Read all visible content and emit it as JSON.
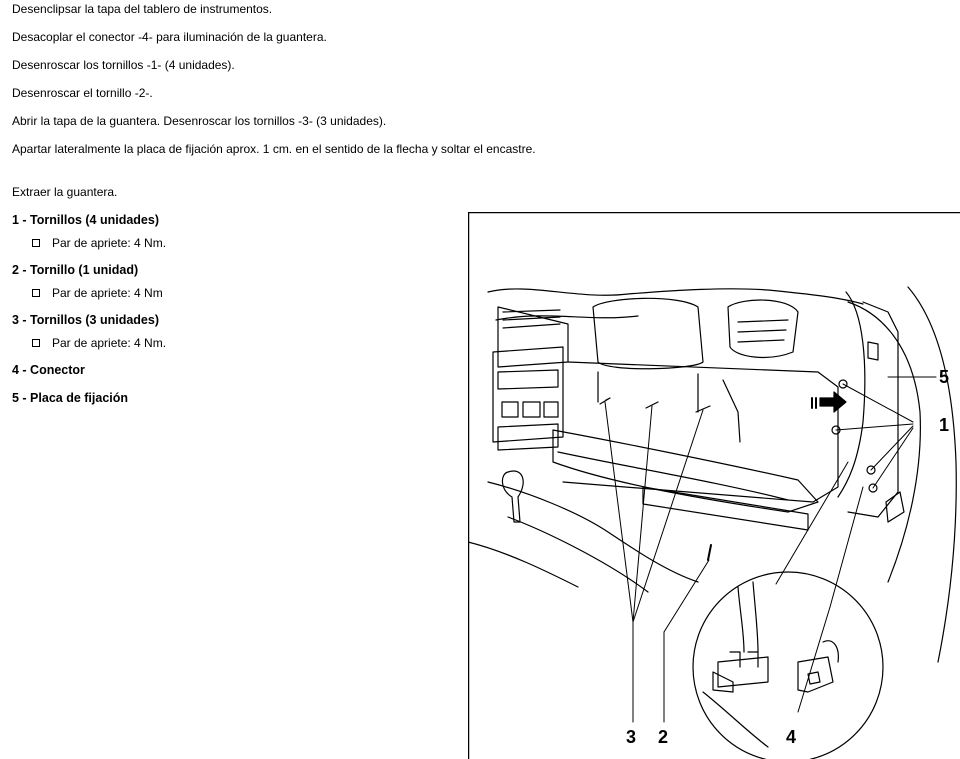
{
  "steps": [
    "Desenclipsar la tapa del tablero de instrumentos.",
    "Desacoplar el conector -4- para iluminación de la guantera.",
    "Desenroscar los tornillos -1- (4 unidades).",
    "Desenroscar el tornillo -2-.",
    "Abrir la tapa de la guantera. Desenroscar los tornillos -3- (3 unidades).",
    "Apartar lateralmente la placa de fijación aprox. 1 cm. en el sentido de la flecha y soltar el encastre.",
    "Extraer la guantera."
  ],
  "legend": [
    {
      "title": "1 - Tornillos (4 unidades)",
      "sub": "Par de apriete: 4 Nm."
    },
    {
      "title": "2 - Tornillo (1 unidad)",
      "sub": "Par de apriete: 4 Nm"
    },
    {
      "title": "3 - Tornillos (3 unidades)",
      "sub": "Par de apriete: 4 Nm."
    },
    {
      "title": "4 - Conector",
      "sub": ""
    },
    {
      "title": "5 - Placa de fijación",
      "sub": ""
    }
  ],
  "figure": {
    "callouts": {
      "c1": "1",
      "c2": "2",
      "c3": "3",
      "c4": "4",
      "c5": "5"
    }
  }
}
